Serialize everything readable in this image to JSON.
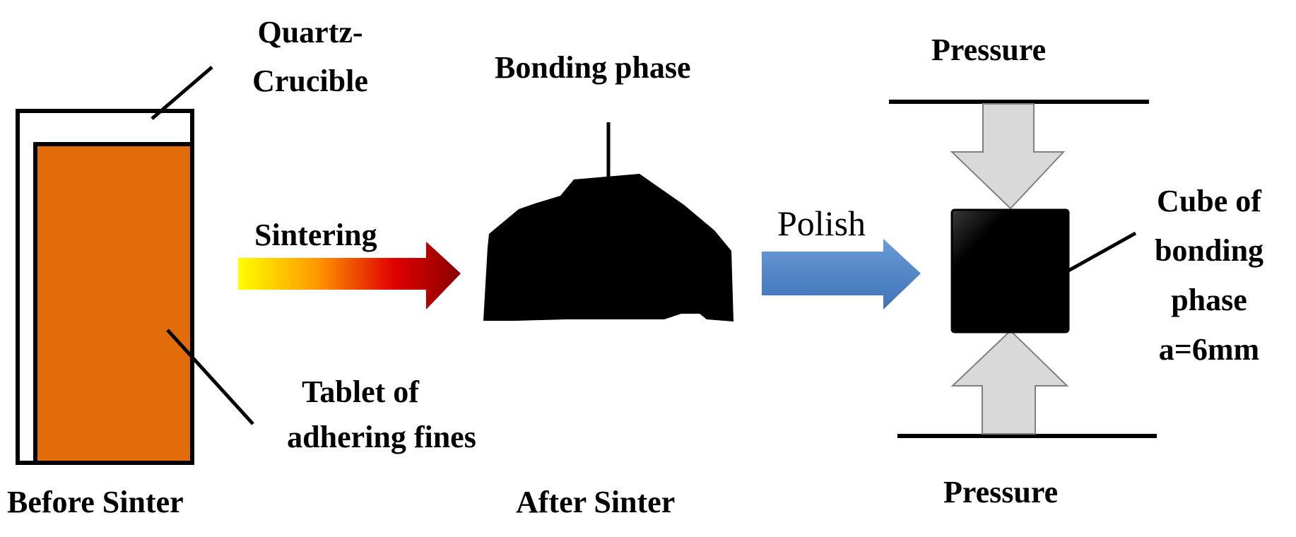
{
  "labels": {
    "quartz_crucible_line1": "Quartz-",
    "quartz_crucible_line2": "Crucible",
    "tablet_line1": "Tablet of",
    "tablet_line2": "adhering fines",
    "before_sinter": "Before Sinter",
    "sintering": "Sintering",
    "bonding_phase": "Bonding phase",
    "after_sinter": "After Sinter",
    "polish": "Polish",
    "pressure_top": "Pressure",
    "pressure_bottom": "Pressure",
    "cube_line1": "Cube of",
    "cube_line2": "bonding",
    "cube_line3": "phase",
    "cube_line4": "a=6mm"
  },
  "colors": {
    "tablet": "#e36c0a",
    "sinter_gradient": [
      "#ffff00",
      "#ff9900",
      "#e00000",
      "#8b0000"
    ],
    "polish_arrow": "#4a7fc1",
    "pressure_arrow": "#d9d9d9",
    "sample": "#000000"
  }
}
